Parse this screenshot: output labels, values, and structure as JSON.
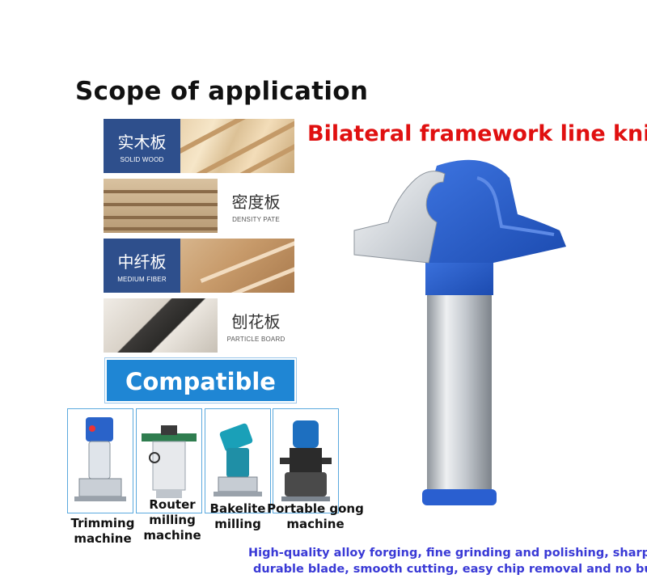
{
  "header": {
    "scope_title": "Scope of application",
    "product_title": "Bilateral framework line knife"
  },
  "materials": [
    {
      "zh": "实木板",
      "en": "SOLID WOOD"
    },
    {
      "zh": "密度板",
      "en": "DENSITY PATE"
    },
    {
      "zh": "中纤板",
      "en": "MEDIUM FIBER"
    },
    {
      "zh": "刨花板",
      "en": "PARTICLE BOARD"
    }
  ],
  "compatible_label": "Compatible",
  "machines": [
    {
      "label": "Trimming machine"
    },
    {
      "label": "Router milling machine"
    },
    {
      "label": "Bakelite milling"
    },
    {
      "label": "Portable gong machine"
    }
  ],
  "description": {
    "line1": "High-quality alloy forging, fine grinding and polishing, sharp an",
    "line2": "durable blade, smooth cutting, easy chip removal and no burrs"
  },
  "colors": {
    "title_red": "#e01010",
    "label_navy": "#2e4f8c",
    "banner_blue": "#1f86d4",
    "desc_blue": "#3a3ad6",
    "bit_blue": "#2a5fd0"
  }
}
